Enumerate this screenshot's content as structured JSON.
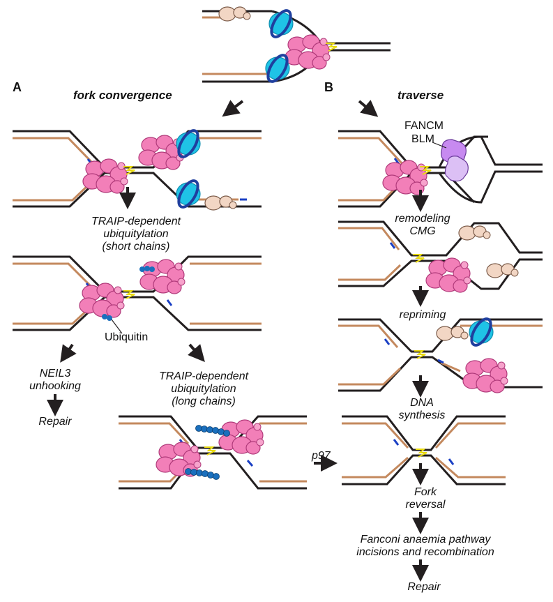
{
  "panels": {
    "a": "A",
    "b": "B"
  },
  "headers": {
    "left": "fork convergence",
    "right": "traverse"
  },
  "left": {
    "step1": [
      "TRAIP-dependent",
      "ubiquitylation",
      "(short chains)"
    ],
    "ubiquitin": "Ubiquitin",
    "neil3": [
      "NEIL3",
      "unhooking"
    ],
    "repair": "Repair",
    "step2": [
      "TRAIP-dependent",
      "ubiquitylation",
      "(long chains)"
    ],
    "p97": "p97"
  },
  "right": {
    "proteins": [
      "FANCM",
      "BLM"
    ],
    "remodeling": [
      "remodeling",
      "CMG"
    ],
    "repriming": "repriming",
    "dna_synthesis": [
      "DNA",
      "synthesis"
    ],
    "fork_reversal": [
      "Fork",
      "reversal"
    ],
    "fanconi": [
      "Fanconi anaemia pathway",
      "incisions and recombination"
    ],
    "repair": "Repair"
  },
  "colors": {
    "dna": "#231f20",
    "nascent": "#c4895e",
    "cmg": "#f27fb8",
    "polymerase": "#f2d6c4",
    "clamp_fill": "#1fc3e6",
    "clamp_ring": "#1f3f9e",
    "ubiquitin": "#1a6fbd",
    "crosslink": "#f7ea1c",
    "fancm": "#c78af0",
    "lesion": "#1a3fc4"
  }
}
